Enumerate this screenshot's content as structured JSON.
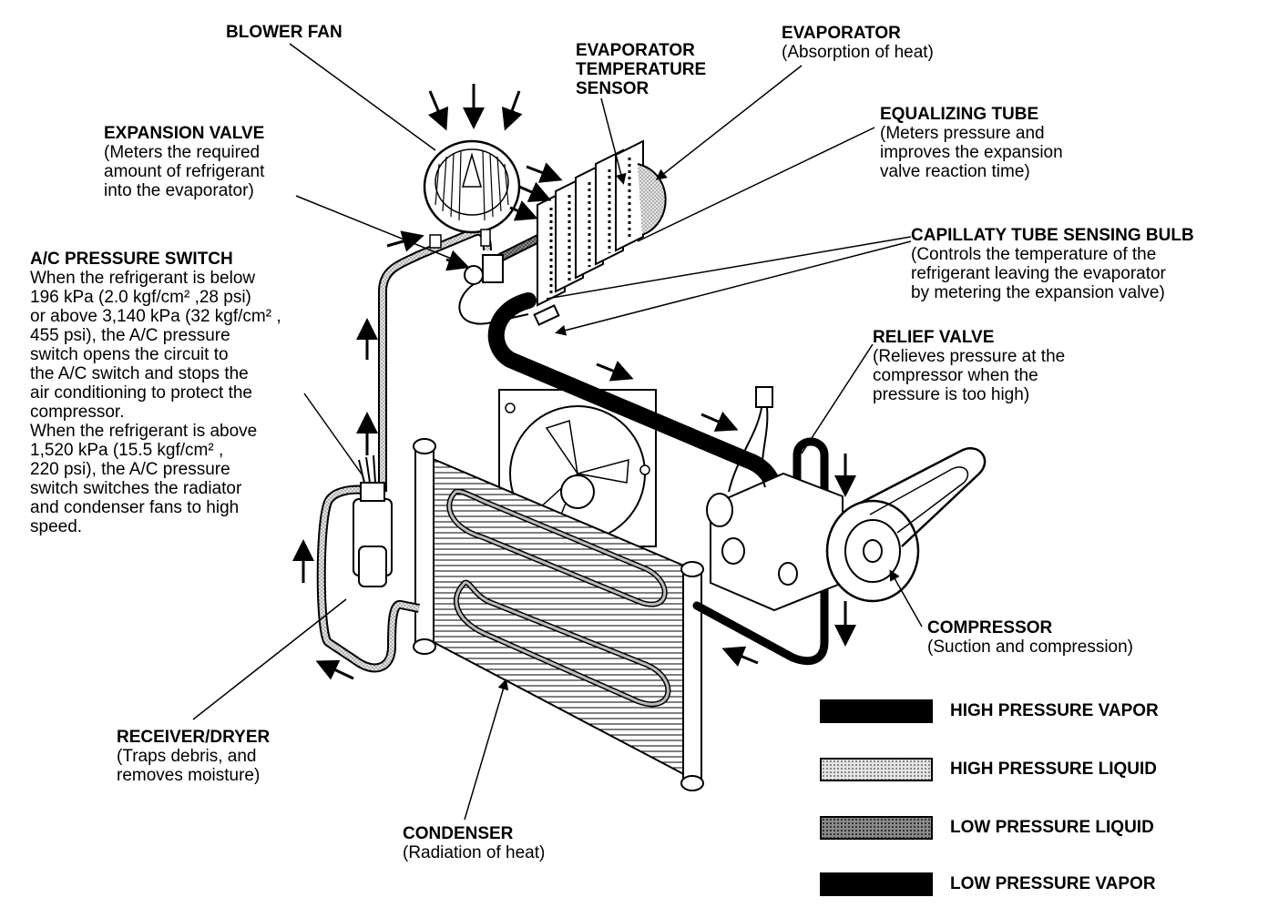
{
  "labels": {
    "blower_fan": {
      "title": "BLOWER FAN"
    },
    "evap_temp_sensor": {
      "title_lines": [
        "EVAPORATOR",
        "TEMPERATURE",
        "SENSOR"
      ]
    },
    "evaporator": {
      "title": "EVAPORATOR",
      "desc": "(Absorption of heat)"
    },
    "equalizing_tube": {
      "title": "EQUALIZING TUBE",
      "desc_lines": [
        "(Meters pressure and",
        "improves the expansion",
        "valve reaction time)"
      ]
    },
    "expansion_valve": {
      "title": "EXPANSION VALVE",
      "desc_lines": [
        "(Meters the required",
        "amount of refrigerant",
        "into the evaporator)"
      ]
    },
    "capillary_bulb": {
      "title": "CAPILLATY TUBE SENSING BULB",
      "desc_lines": [
        "(Controls the temperature of the",
        "refrigerant leaving the evaporator",
        "by metering the expansion valve)"
      ]
    },
    "ac_pressure_switch": {
      "title": "A/C PRESSURE SWITCH",
      "desc_lines": [
        "When the refrigerant is below",
        "196 kPa (2.0 kgf/cm² ,28 psi)",
        "or above 3,140 kPa (32 kgf/cm² ,",
        "455 psi), the A/C pressure",
        "switch opens the circuit to",
        "the A/C switch and stops the",
        "air conditioning to protect the",
        "compressor.",
        "When the refrigerant is above",
        "1,520 kPa (15.5 kgf/cm² ,",
        "220 psi), the A/C pressure",
        "switch switches the radiator",
        "and condenser fans to high",
        "speed."
      ]
    },
    "relief_valve": {
      "title": "RELIEF VALVE",
      "desc_lines": [
        "(Relieves pressure at the",
        "compressor when the",
        "pressure is too high)"
      ]
    },
    "compressor": {
      "title": "COMPRESSOR",
      "desc": "(Suction and compression)"
    },
    "receiver_dryer": {
      "title": "RECEIVER/DRYER",
      "desc_lines": [
        "(Traps debris, and",
        "removes moisture)"
      ]
    },
    "condenser": {
      "title": "CONDENSER",
      "desc": "(Radiation of heat)"
    }
  },
  "legend": [
    {
      "label": "HIGH PRESSURE VAPOR",
      "pattern": "solid-black"
    },
    {
      "label": "HIGH PRESSURE LIQUID",
      "pattern": "light-stipple"
    },
    {
      "label": "LOW PRESSURE LIQUID",
      "pattern": "dark-stipple"
    },
    {
      "label": "LOW PRESSURE VAPOR",
      "pattern": "solid-black"
    }
  ],
  "colors": {
    "ink": "#000000",
    "paper": "#ffffff",
    "light_stipple": "#d0d0d0",
    "dark_stipple": "#7a7a7a"
  }
}
